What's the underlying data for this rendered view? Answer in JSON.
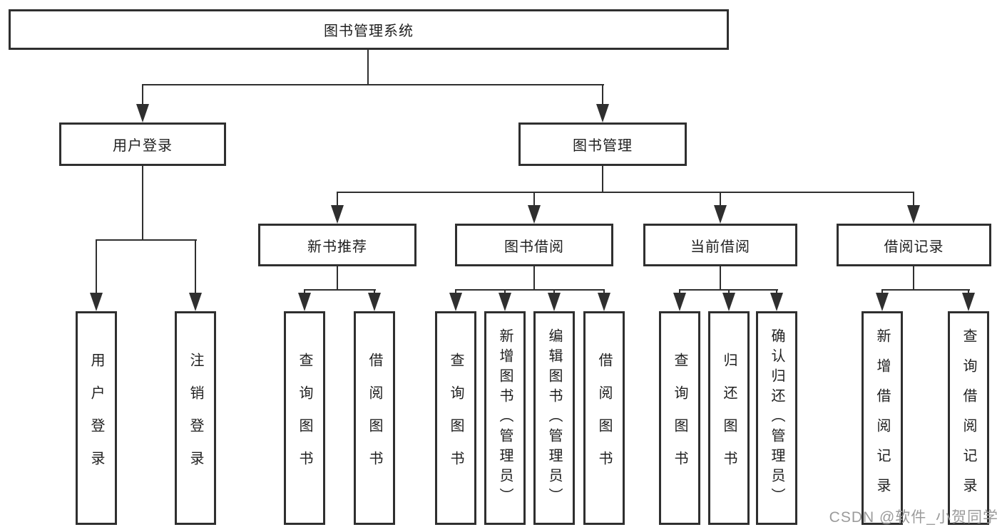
{
  "diagram": {
    "watermark": "CSDN @软件_小贺同学",
    "colors": {
      "line": "#2f2f2f",
      "text": "#1f1f1f",
      "watermark_gray": "#9b9b9b",
      "background": "#ffffff"
    },
    "tree": {
      "label": "图书管理系统",
      "children": [
        {
          "label": "用户登录",
          "children": [
            {
              "label": "用户登录"
            },
            {
              "label": "注销登录"
            }
          ]
        },
        {
          "label": "图书管理",
          "children": [
            {
              "label": "新书推荐",
              "children": [
                {
                  "label": "查询图书"
                },
                {
                  "label": "借阅图书"
                }
              ]
            },
            {
              "label": "图书借阅",
              "children": [
                {
                  "label": "查询图书"
                },
                {
                  "label": "新增图书（管理员）"
                },
                {
                  "label": "编辑图书（管理员）"
                },
                {
                  "label": "借阅图书"
                }
              ]
            },
            {
              "label": "当前借阅",
              "children": [
                {
                  "label": "查询图书"
                },
                {
                  "label": "归还图书"
                },
                {
                  "label": "确认归还（管理员）"
                }
              ]
            },
            {
              "label": "借阅记录",
              "children": [
                {
                  "label": "新增借阅记录"
                },
                {
                  "label": "查询借阅记录"
                }
              ]
            }
          ]
        }
      ]
    }
  }
}
